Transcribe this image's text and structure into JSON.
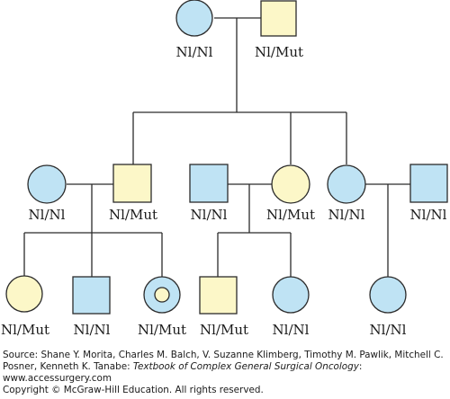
{
  "genotypes": {
    "i1": "Nl/Nl",
    "i2": "Nl/Mut",
    "ii1": "Nl/Nl",
    "ii2": "Nl/Mut",
    "ii3": "Nl/Nl",
    "ii4": "Nl/Mut",
    "ii5": "Nl/Nl",
    "ii6": "Nl/Nl",
    "iii1": "Nl/Mut",
    "iii2": "Nl/Nl",
    "iii3": "Nl/Mut",
    "iii4": "Nl/Mut",
    "iii5": "Nl/Nl",
    "iii6": "Nl/Nl"
  },
  "colors": {
    "unaffected": "#bfe3f4",
    "carrier": "#fcf7c8",
    "line": "#2b2b2b"
  },
  "source": {
    "prefix": "Source: Shane Y. Morita, Charles M. Balch, V. Suzanne Klimberg, Timothy M. Pawlik, Mitchell C. Posner, Kenneth K. Tanabe: ",
    "book": "Textbook of Complex General Surgical Oncology",
    "suffix": ":",
    "url": "www.accessurgery.com",
    "copyright": "Copyright © McGraw-Hill Education. All rights reserved."
  }
}
